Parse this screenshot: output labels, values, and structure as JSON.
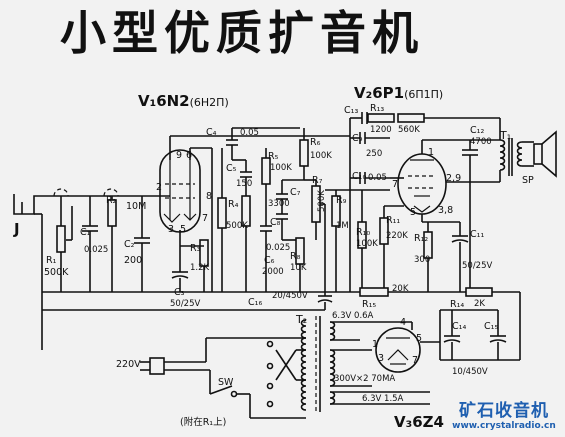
{
  "title": "小型优质扩音机",
  "tubes": {
    "v1": {
      "ref": "V₁",
      "type": "6N2",
      "alt": "(6H2П)"
    },
    "v2": {
      "ref": "V₂",
      "type": "6P1",
      "alt": "(6П1П)"
    },
    "v3": {
      "ref": "V₃",
      "type": "6Z4"
    }
  },
  "components": {
    "J": "J",
    "R1": "R₁",
    "R1v": "500K",
    "C1": "C₁",
    "C1v": "0.025",
    "R2": "R₂",
    "R2v": "10M",
    "C2": "C₂",
    "C2v": "200",
    "C3": "C₃",
    "C3v": "50/25V",
    "R3": "R₃",
    "R3v": "1.2K",
    "R4": "R₄",
    "R4v": "500K",
    "C4": "C₄",
    "C4v": "0.05",
    "C5": "C₅",
    "C5v": "150",
    "R5": "R₅",
    "R5v": "100K",
    "R6": "R₆",
    "R6v": "100K",
    "C6": "C₆",
    "C6v": "2000",
    "C7": "C₇",
    "C7v": "3300",
    "C8": "C₈",
    "C8v": "0.025",
    "R7": "R₇",
    "R7v": "500K",
    "R8": "R₈",
    "R8v": "10K",
    "R9": "R₉",
    "R9v": "1M",
    "C9": "C₉",
    "C9v": "250",
    "C10": "C₁₀",
    "C10v": "0.05",
    "R10": "R₁₀",
    "R10v": "100K",
    "R11": "R₁₁",
    "R11v": "220K",
    "R12": "R₁₂",
    "R12v": "300",
    "C11": "C₁₁",
    "C11v": "50/25V",
    "C12": "C₁₂",
    "C12v": "4700",
    "C13": "C₁₃",
    "R13": "R₁₃",
    "R13a": "1200",
    "R13b": "560K",
    "R14": "R₁₄",
    "R14v": "2K",
    "R15": "R₁₅",
    "R15v": "20K",
    "C14": "C₁₄",
    "C15": "C₁₅",
    "C1415v": "10/450V",
    "C16": "C₁₆",
    "C16v": "20/450V",
    "T1": "T₁",
    "T2": "T₂",
    "SP": "SP",
    "SW": "SW"
  },
  "pins": {
    "p1": "1",
    "p2": "2",
    "p3": "3",
    "p4": "4",
    "p5": "5",
    "p6": "6",
    "p7": "7",
    "p8": "8",
    "p9": "9",
    "p29": "2,9",
    "p38": "3,8"
  },
  "transformer": {
    "sec1": "6.3V 0.6A",
    "sec2": "300V×2 70MA",
    "sec3": "6.3V 1.5A"
  },
  "mains": "220V",
  "note": "(附在R₁上)",
  "watermark": {
    "name": "矿石收音机",
    "url": "www.crystalradio.cn"
  }
}
